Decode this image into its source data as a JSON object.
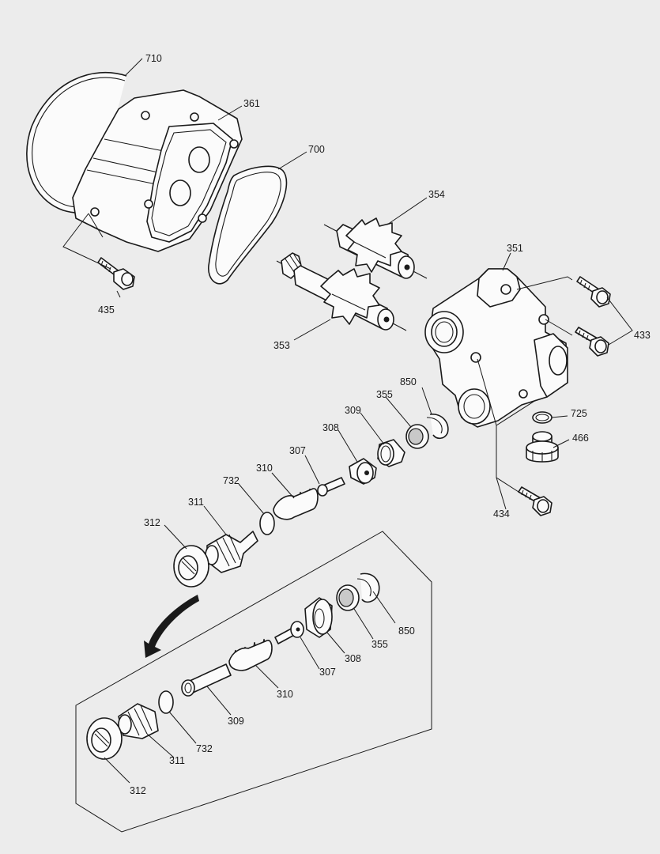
{
  "colors": {
    "background": "#ececec",
    "line": "#1a1a1a",
    "part_fill": "#fbfbfb"
  },
  "callouts": {
    "c710": "710",
    "c361": "361",
    "c700": "700",
    "c354": "354",
    "c351": "351",
    "c435": "435",
    "c353": "353",
    "c433": "433",
    "c850a": "850",
    "c355a": "355",
    "c309a": "309",
    "c308a": "308",
    "c307a": "307",
    "c310a": "310",
    "c732a": "732",
    "c311a": "311",
    "c312a": "312",
    "c725": "725",
    "c466": "466",
    "c434": "434",
    "c850b": "850",
    "c355b": "355",
    "c308b": "308",
    "c307b": "307",
    "c310b": "310",
    "c309b": "309",
    "c732b": "732",
    "c311b": "311",
    "c312b": "312"
  }
}
